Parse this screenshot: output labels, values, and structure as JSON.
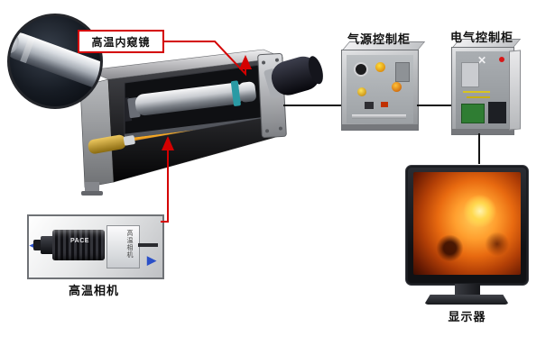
{
  "labels": {
    "endoscope": "高温内窥镜",
    "air_control_cabinet": "气源控制柜",
    "electrical_control_cabinet": "电气控制柜",
    "camera": "高温相机",
    "monitor": "显示器"
  },
  "camera_inset": {
    "body_text": "PACE",
    "mount_text": "高温相机"
  },
  "colors": {
    "callout_red": "#d40000",
    "connector_black": "#141414",
    "arrow_blue": "#2b50c8"
  }
}
